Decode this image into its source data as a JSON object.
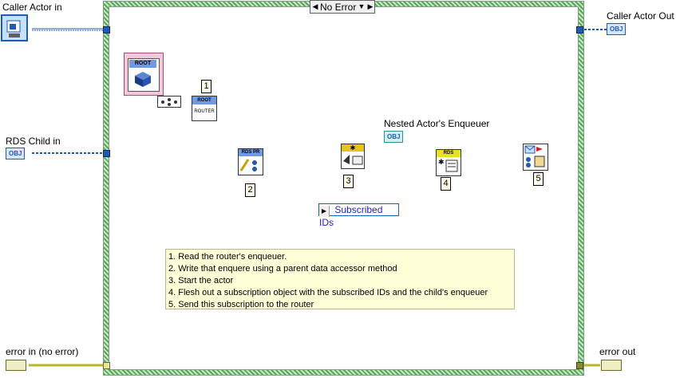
{
  "labels": {
    "caller_actor_in": "Caller Actor in",
    "caller_actor_out": "Caller Actor Out",
    "rds_child_in": "RDS Child in",
    "nested_enqueuer": "Nested Actor's Enqueuer",
    "error_in": "error in (no error)",
    "error_out": "error out"
  },
  "case_selector": {
    "value": "No Error"
  },
  "terminals": {
    "obj": "OBJ",
    "root": "ROOT",
    "router": "ROUTER",
    "rds": "RDS",
    "rds_pr": "RDS PR"
  },
  "constant": {
    "value": "Subscribed IDs"
  },
  "step_numbers": [
    "1",
    "2",
    "3",
    "4",
    "5"
  ],
  "comment_lines": [
    "1. Read the router's enqueuer.",
    "2. Write that enquere using a parent data accessor method",
    "3. Start the actor",
    "4. Flesh out a subscription object with the subscribed IDs and the child's enqueuer",
    "5. Send this subscription to the router"
  ],
  "colors": {
    "object_wire": "#1e5bb5",
    "error_wire": "#b5b530",
    "data_wire": "#1e1ec8",
    "pink_wire": "#c8287a",
    "frame_green": "#59a859"
  }
}
